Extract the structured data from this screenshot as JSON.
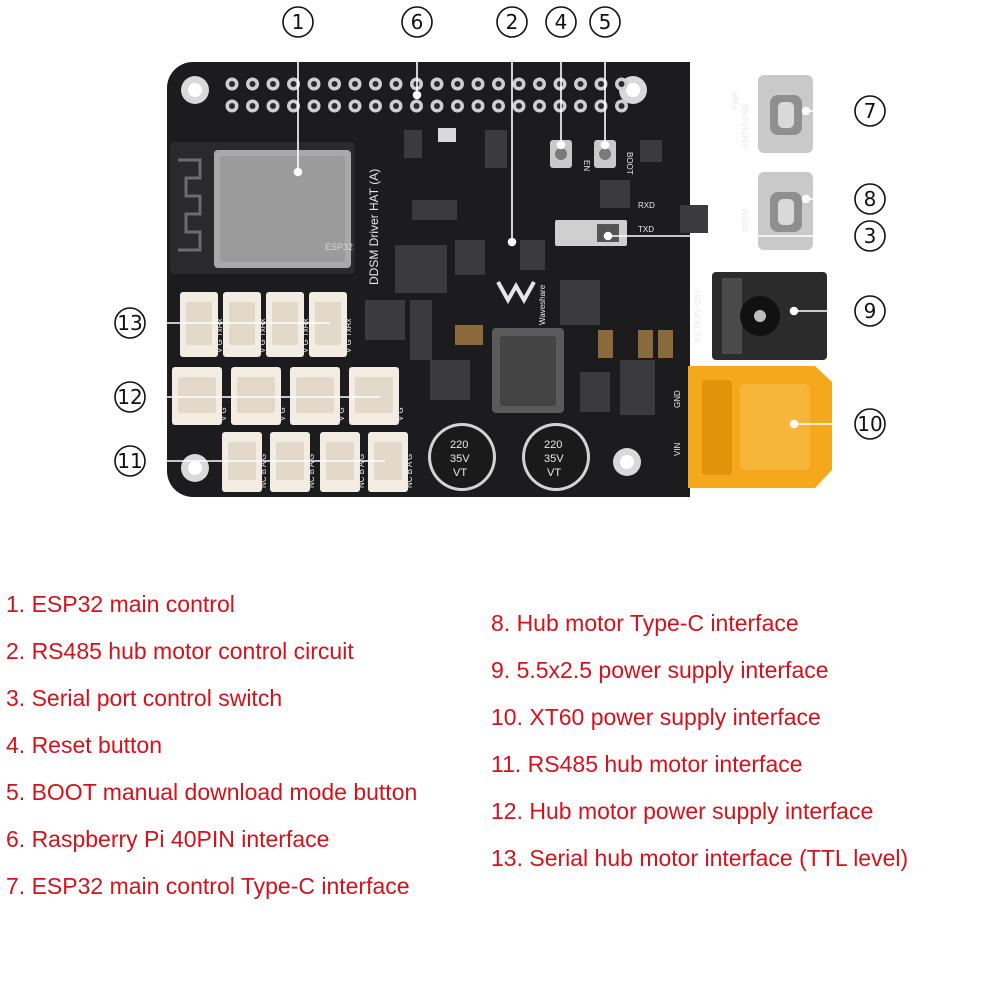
{
  "board": {
    "silkscreen": {
      "board_name": "DDSM Driver HAT (A)",
      "module": "ESP32",
      "pwr": "PWR",
      "esp32_usb": "ESP32-USB",
      "ddsm": "DDSM",
      "en": "EN",
      "boot": "BOOT",
      "rxd": "RXD",
      "txd": "TXD",
      "dc_in": "DC IN 9V~25V",
      "gnd": "GND",
      "vin": "VIN",
      "brand": "Waveshare",
      "cap_value": "220",
      "cap_voltage": "35V",
      "cap_series": "VT",
      "ttl_pins": "V G TxRx",
      "power_pins": "V G",
      "rs485_pins": "NC B A G"
    }
  },
  "callouts": [
    "1",
    "2",
    "3",
    "4",
    "5",
    "6",
    "7",
    "8",
    "9",
    "10",
    "11",
    "12",
    "13"
  ],
  "legend": {
    "left": [
      "1. ESP32 main control",
      "2. RS485 hub motor control circuit",
      "3. Serial port control switch",
      "4. Reset button",
      "5. BOOT manual download mode button",
      "6. Raspberry Pi 40PIN interface",
      "7. ESP32 main control Type-C interface"
    ],
    "right": [
      "8. Hub motor Type-C interface",
      "9. 5.5x2.5 power supply interface",
      "10. XT60 power supply interface",
      "11. RS485 hub motor interface",
      "12. Hub motor power supply interface",
      "13. Serial hub motor interface (TTL level)"
    ]
  },
  "colors": {
    "pcb": "#1c1c1e",
    "legend_text": "#d3121b",
    "connector": "#f2ece2",
    "xt60": "#f5a81c",
    "leader": "#ffffff"
  }
}
